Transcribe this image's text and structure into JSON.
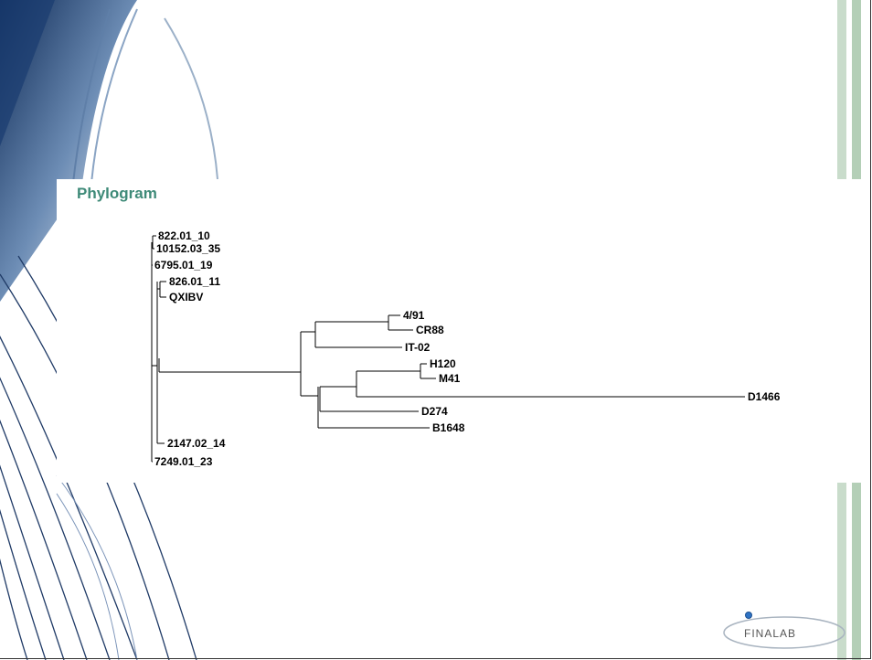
{
  "slide": {
    "title": "Phylogram"
  },
  "chart_data": {
    "type": "tree",
    "leaves": [
      "822.01_10",
      "10152.03_35",
      "6795.01_19",
      "826.01_11",
      "QXIBV",
      "4/91",
      "CR88",
      "IT-02",
      "H120",
      "M41",
      "D1466",
      "D274",
      "B1648",
      "2147.02_14",
      "7249.01_23"
    ]
  },
  "logo": {
    "text": "FINALAB"
  },
  "colors": {
    "title": "#3e8a78",
    "bars": "#c9dccb"
  }
}
